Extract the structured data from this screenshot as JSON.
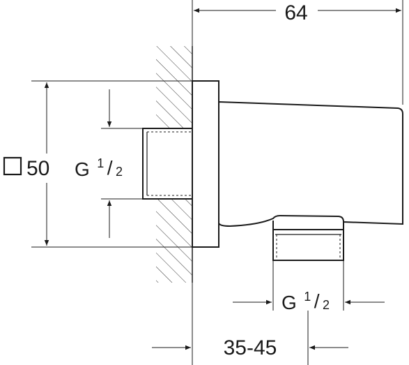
{
  "dimensions": {
    "overall_width": "64",
    "square_size": "50",
    "thread_inlet": {
      "prefix": "G",
      "num": "1",
      "slash": "/",
      "den": "2"
    },
    "thread_outlet": {
      "prefix": "G",
      "num": "1",
      "slash": "/",
      "den": "2"
    },
    "wall_offset_range": "35-45"
  },
  "colors": {
    "line": "#1a1a1a",
    "background": "#ffffff"
  }
}
